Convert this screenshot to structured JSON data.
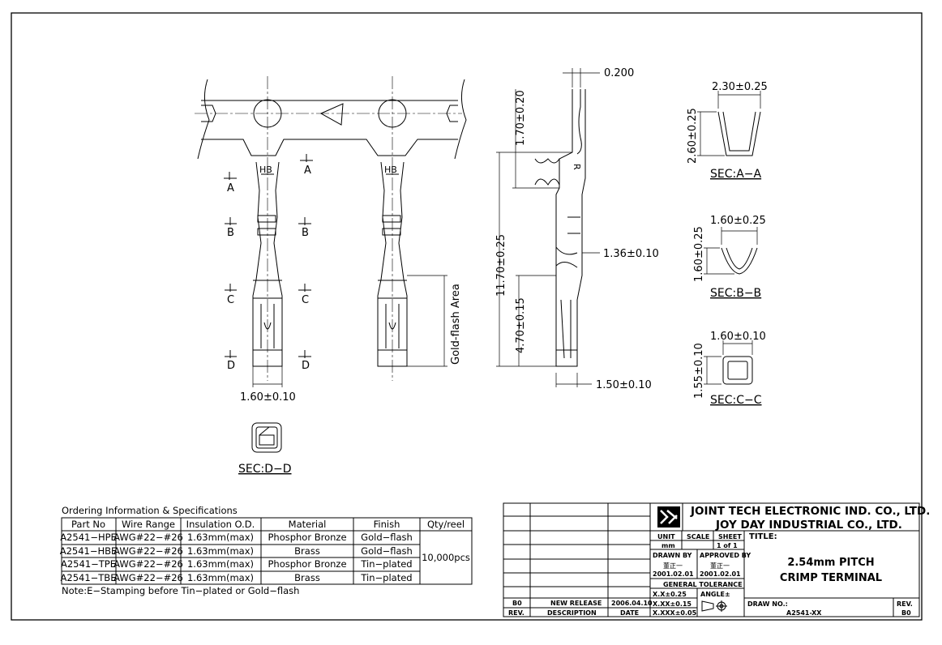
{
  "dimensions": {
    "width_pitch": "0.200",
    "top_section": "1.70±0.20",
    "total_length": "11.70±0.25",
    "contact_length": "4.70±0.15",
    "mid_width": "1.36±0.10",
    "bottom_width": "1.50±0.10",
    "front_width": "1.60±0.10",
    "gold_area": "Gold-flash Area",
    "sec_a_width": "2.30±0.25",
    "sec_a_height": "2.60±0.25",
    "sec_b_width": "1.60±0.25",
    "sec_b_height": "1.60±0.25",
    "sec_c_width": "1.60±0.10",
    "sec_c_height": "1.55±0.10"
  },
  "markers": {
    "a": "A",
    "b": "B",
    "c": "C",
    "d": "D",
    "hb": "HB",
    "r": "R"
  },
  "sections": {
    "a": "SEC:A−A",
    "b": "SEC:B−B",
    "c": "SEC:C−C",
    "d": "SEC:D−D"
  },
  "ordering": {
    "title": "Ordering Information & Specifications",
    "headers": [
      "Part No",
      "Wire Range",
      "Insulation O.D.",
      "Material",
      "Finish",
      "Qty/reel"
    ],
    "rows": [
      {
        "part": "A2541−HPE",
        "wire": "AWG#22−#26",
        "od": "1.63mm(max)",
        "material": "Phosphor Bronze",
        "finish": "Gold−flash"
      },
      {
        "part": "A2541−HBE",
        "wire": "AWG#22−#26",
        "od": "1.63mm(max)",
        "material": "Brass",
        "finish": "Gold−flash"
      },
      {
        "part": "A2541−TPE",
        "wire": "AWG#22−#26",
        "od": "1.63mm(max)",
        "material": "Phosphor Bronze",
        "finish": "Tin−plated"
      },
      {
        "part": "A2541−TBE",
        "wire": "AWG#22−#26",
        "od": "1.63mm(max)",
        "material": "Brass",
        "finish": "Tin−plated"
      }
    ],
    "qty": "10,000pcs",
    "note": "Note:E−Stamping before Tin−plated or Gold−flash"
  },
  "title_block": {
    "company1": "JOINT TECH ELECTRONIC IND. CO., LTD.",
    "company2": "JOY DAY INDUSTRIAL CO., LTD.",
    "unit_label": "UNIT",
    "unit": "mm",
    "scale_label": "SCALE",
    "sheet_label": "SHEET",
    "sheet": "1 of 1",
    "title_label": "TITLE:",
    "title_line1": "2.54mm PITCH",
    "title_line2": "CRIMP TERMINAL",
    "drawn_label": "DRAWN BY",
    "drawn_name": "董正一",
    "drawn_date": "2001.02.01",
    "approved_label": "APPROVED BY",
    "approved_name": "董正一",
    "approved_date": "2001.02.01",
    "tolerance_label": "GENERAL TOLERANCE",
    "tol1": "X.X±0.25",
    "tol2": "X.XX±0.15",
    "tol3": "X.XXX±0.05",
    "angle_label": "ANGLE±",
    "drawno_label": "DRAW NO.:",
    "drawno": "A2541-XX",
    "rev_label": "REV.",
    "rev": "B0",
    "hist_rev": "B0",
    "hist_desc": "NEW RELEASE",
    "hist_date": "2006.04.10",
    "col_rev": "REV.",
    "col_desc": "DESCRIPTION",
    "col_date": "DATE"
  }
}
